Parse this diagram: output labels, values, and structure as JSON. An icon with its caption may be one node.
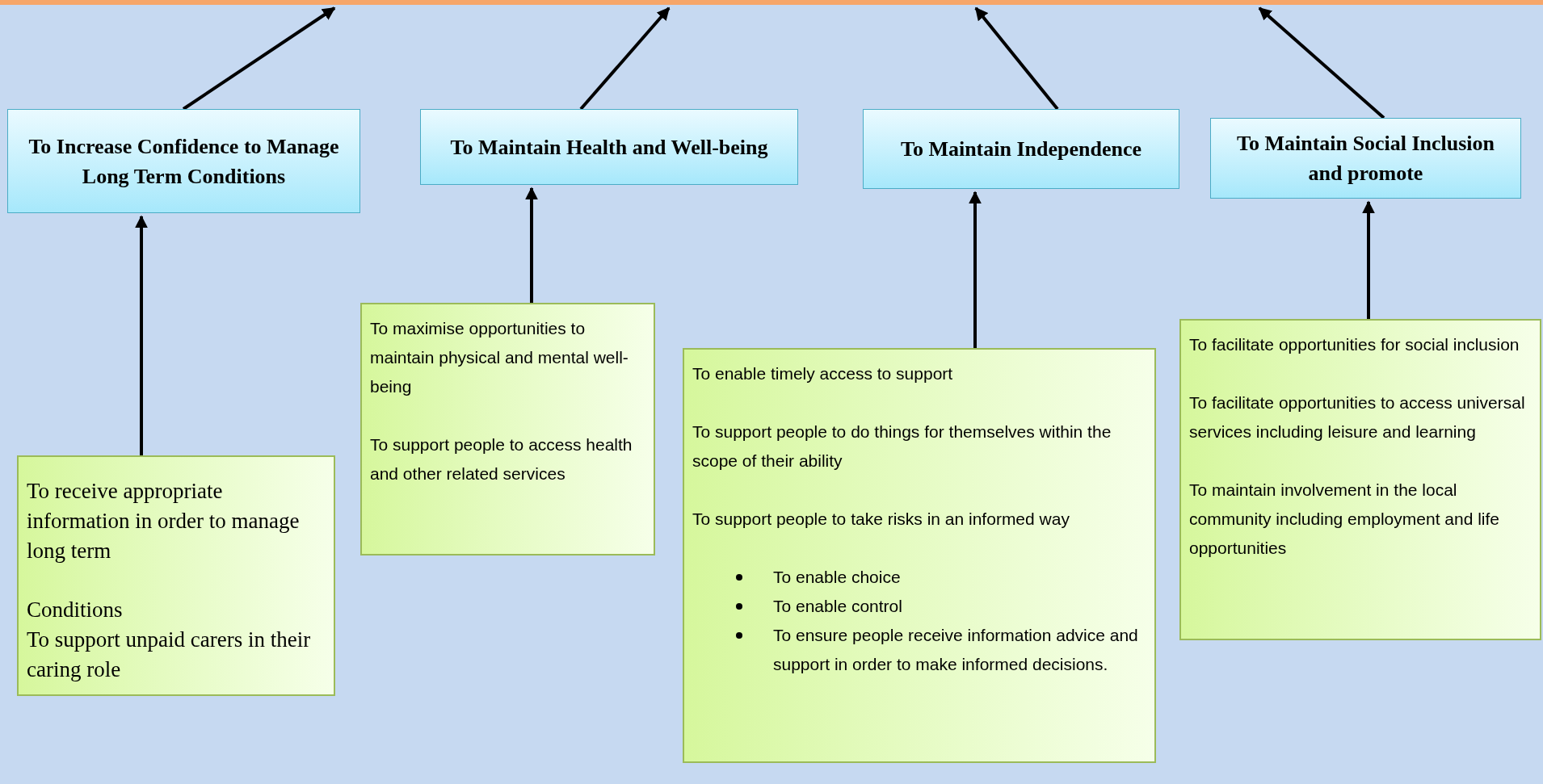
{
  "diagram": {
    "nodes": [
      {
        "text": [],
        "shape": "bar"
      },
      {
        "text": [
          "To Increase Confidence to Manage Long Term Conditions"
        ]
      },
      {
        "text": [
          "To Maintain Health and Well-being"
        ]
      },
      {
        "text": [
          "To Maintain Independence"
        ]
      },
      {
        "text": [
          "To Maintain Social Inclusion and promote"
        ]
      },
      {
        "text": [
          "To receive appropriate information in order to manage long term",
          "Conditions",
          "To support unpaid carers in their caring role"
        ]
      },
      {
        "text": [
          "To maximise opportunities to maintain physical and mental well-being",
          "To support people to access health and other related services"
        ]
      },
      {
        "text": [
          "To enable timely access to support",
          "To support people to do things for themselves within the scope of their ability",
          "To support people to take risks in an informed way",
          "To enable choice",
          "To enable control",
          "To ensure people receive information advice and support in order to make informed decisions."
        ]
      },
      {
        "text": [
          "To facilitate opportunities for social inclusion",
          "To facilitate opportunities to access universal services including leisure and learning",
          "To maintain involvement in the local community including employment and life opportunities"
        ]
      }
    ],
    "edges": [
      {
        "from": 1,
        "to": 0,
        "arrow": "to"
      },
      {
        "from": 2,
        "to": 0,
        "arrow": "to"
      },
      {
        "from": 3,
        "to": 0,
        "arrow": "to"
      },
      {
        "from": 4,
        "to": 0,
        "arrow": "to"
      },
      {
        "from": 5,
        "to": 1,
        "arrow": "to"
      },
      {
        "from": 6,
        "to": 2,
        "arrow": "to"
      },
      {
        "from": 7,
        "to": 3,
        "arrow": "to"
      },
      {
        "from": 8,
        "to": 4,
        "arrow": "to"
      }
    ]
  }
}
